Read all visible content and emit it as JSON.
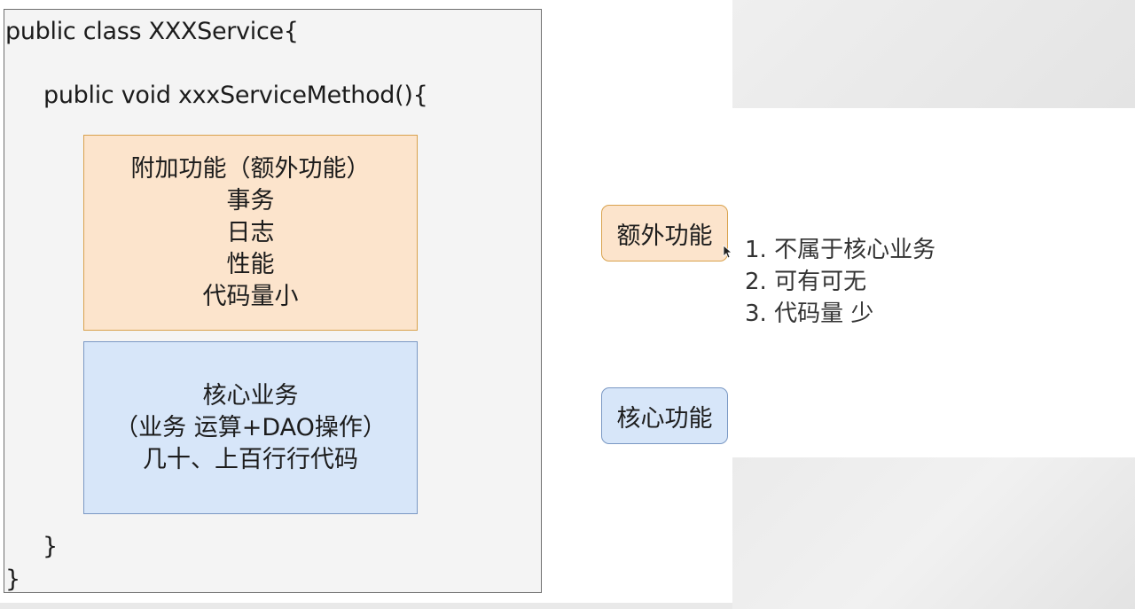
{
  "code": {
    "class_decl": "public class XXXService{",
    "method_decl": "public void xxxServiceMethod(){",
    "method_close": "}",
    "class_close": "}"
  },
  "extra_box": {
    "lines": [
      "附加功能（额外功能）",
      "事务",
      "日志",
      "性能",
      "代码量小"
    ]
  },
  "core_box": {
    "lines": [
      "核心业务",
      "（业务 运算+DAO操作）",
      "几十、上百行行代码"
    ]
  },
  "tags": {
    "extra": "额外功能",
    "core": "核心功能"
  },
  "extra_list": [
    "1. 不属于核心业务",
    "2. 可有可无",
    "3. 代码量 少"
  ],
  "colors": {
    "orange_fill": "#fce4cc",
    "orange_border": "#d9a24d",
    "blue_fill": "#d7e6f9",
    "blue_border": "#7a98c4"
  }
}
